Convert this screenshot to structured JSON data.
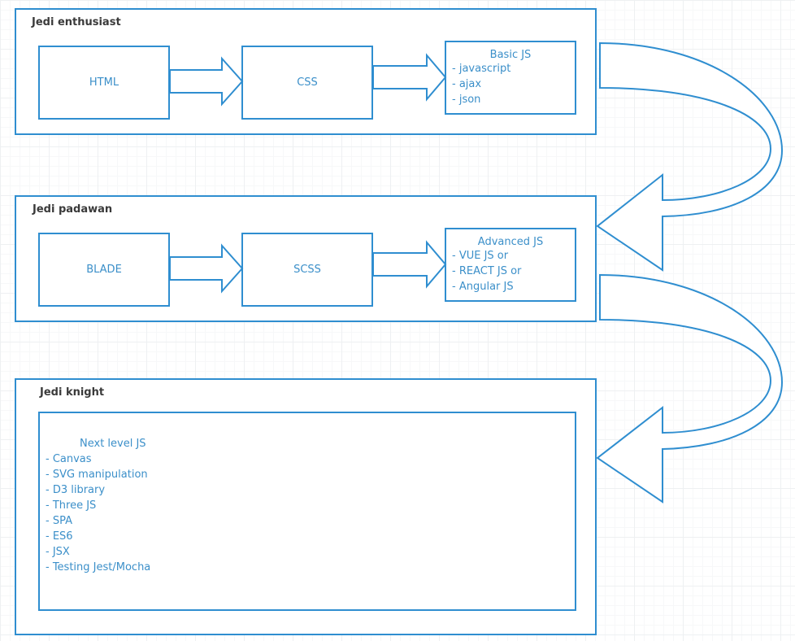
{
  "colors": {
    "stroke": "#2f8ed0",
    "text": "#3b8fc9",
    "title": "#3a3a3a"
  },
  "stages": [
    {
      "title": "Jedi enthusiast",
      "boxes": [
        "HTML",
        "CSS"
      ],
      "js_box": {
        "heading": "Basic JS",
        "items": [
          "javascript",
          "ajax",
          "json"
        ]
      }
    },
    {
      "title": "Jedi padawan",
      "boxes": [
        "BLADE",
        "SCSS"
      ],
      "js_box": {
        "heading": "Advanced JS",
        "items": [
          "VUE JS or",
          "REACT JS or",
          "Angular JS"
        ]
      }
    },
    {
      "title": "Jedi knight",
      "js_box": {
        "heading": "Next level  JS",
        "items": [
          "Canvas",
          "SVG manipulation",
          "D3 library",
          "Three JS",
          "SPA",
          "ES6",
          "JSX",
          "Testing Jest/Mocha"
        ]
      }
    }
  ]
}
